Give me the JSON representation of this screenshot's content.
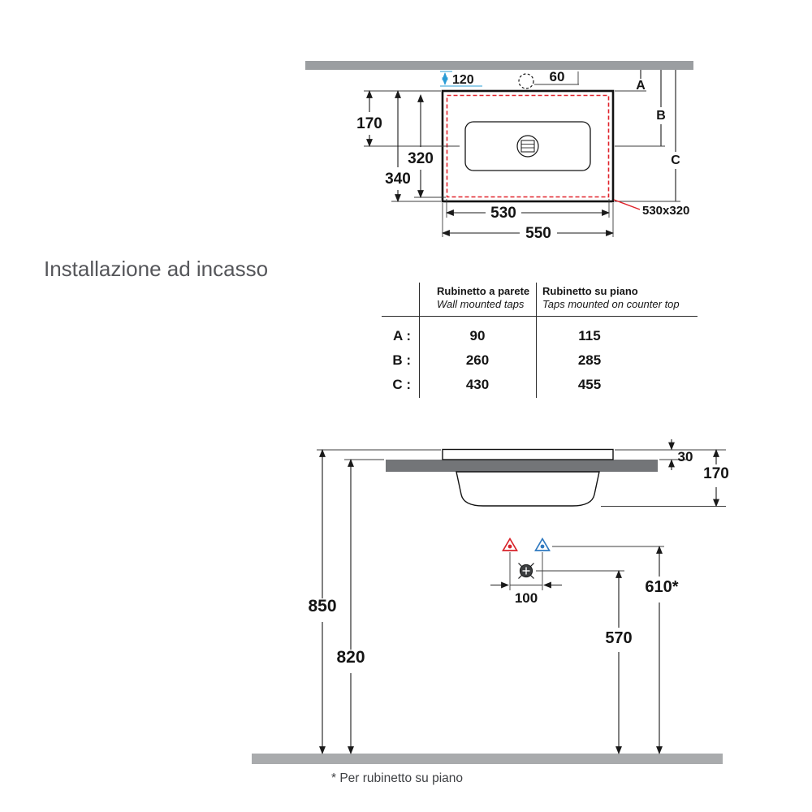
{
  "title": "Installazione ad incasso",
  "colors": {
    "dim_blue": "#2a9cd6",
    "cutout_red": "#e0222a",
    "wall_gray": "#9b9ea1",
    "counter_gray": "#737578",
    "floor_gray": "#a9abad"
  },
  "top_view": {
    "dims": {
      "d120": "120",
      "d60": "60",
      "d170": "170",
      "d320": "320",
      "d340": "340",
      "d530": "530",
      "d550": "550"
    },
    "refs": {
      "a": "A",
      "b": "B",
      "c": "C"
    },
    "cutout_label": "530x320"
  },
  "table": {
    "columns": [
      {
        "title_it": "Rubinetto a parete",
        "title_en": "Wall mounted taps"
      },
      {
        "title_it": "Rubinetto su piano",
        "title_en": "Taps mounted on counter top"
      }
    ],
    "rows": [
      {
        "label": "A :",
        "wall_mounted": "90",
        "counter_top": "115"
      },
      {
        "label": "B :",
        "wall_mounted": "260",
        "counter_top": "285"
      },
      {
        "label": "C :",
        "wall_mounted": "430",
        "counter_top": "455"
      }
    ]
  },
  "side_view": {
    "dims": {
      "d30": "30",
      "d170": "170",
      "d850": "850",
      "d820": "820",
      "d610": "610*",
      "d570": "570",
      "d100": "100"
    }
  },
  "footnote": "* Per rubinetto su piano"
}
